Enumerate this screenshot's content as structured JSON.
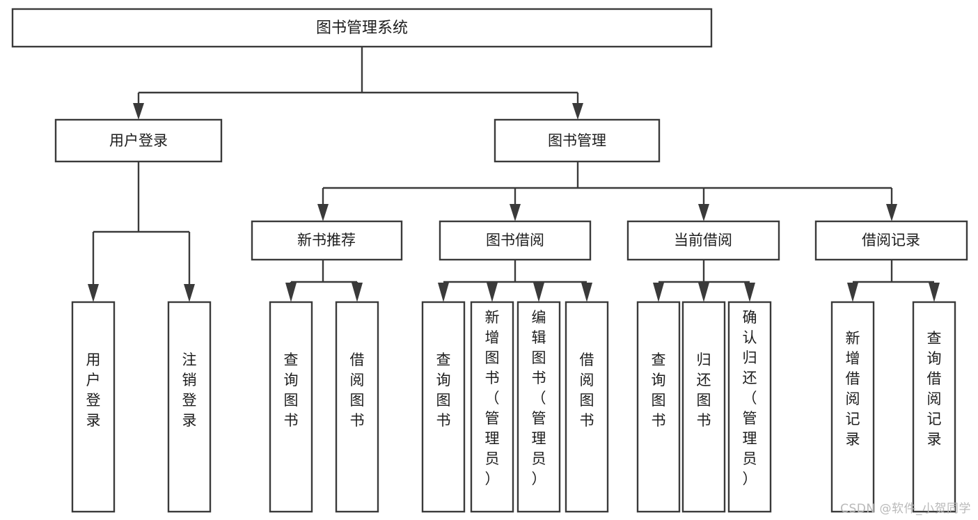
{
  "diagram": {
    "type": "tree-hierarchy",
    "title": "图书管理系统",
    "orientation": "top-down",
    "colors": {
      "box_stroke": "#3a3a3a",
      "box_fill": "#ffffff",
      "connector": "#3a3a3a",
      "text": "#1d1d1d",
      "watermark": "#b9b9b9",
      "background": "#ffffff"
    }
  },
  "root": {
    "label": "图书管理系统"
  },
  "level2": [
    {
      "id": "user-login",
      "label": "用户登录"
    },
    {
      "id": "book-management",
      "label": "图书管理"
    }
  ],
  "level3": [
    {
      "id": "new-book-recommend",
      "label": "新书推荐",
      "parent": "book-management"
    },
    {
      "id": "book-borrow",
      "label": "图书借阅",
      "parent": "book-management"
    },
    {
      "id": "current-borrow",
      "label": "当前借阅",
      "parent": "book-management"
    },
    {
      "id": "borrow-record",
      "label": "借阅记录",
      "parent": "book-management"
    }
  ],
  "leaves": {
    "user-login": [
      {
        "id": "leaf-user-login",
        "label": "用户登录"
      },
      {
        "id": "leaf-logout-login",
        "label": "注销登录"
      }
    ],
    "new-book-recommend": [
      {
        "id": "leaf-query-book-1",
        "label": "查询图书"
      },
      {
        "id": "leaf-borrow-book-1",
        "label": "借阅图书"
      }
    ],
    "book-borrow": [
      {
        "id": "leaf-query-book-2",
        "label": "查询图书"
      },
      {
        "id": "leaf-add-book-admin",
        "label": "新增图书（管理员）"
      },
      {
        "id": "leaf-edit-book-admin",
        "label": "编辑图书（管理员）"
      },
      {
        "id": "leaf-borrow-book-2",
        "label": "借阅图书"
      }
    ],
    "current-borrow": [
      {
        "id": "leaf-query-book-3",
        "label": "查询图书"
      },
      {
        "id": "leaf-return-book",
        "label": "归还图书"
      },
      {
        "id": "leaf-confirm-return-admin",
        "label": "确认归还（管理员）"
      }
    ],
    "borrow-record": [
      {
        "id": "leaf-add-borrow-record",
        "label": "新增借阅记录"
      },
      {
        "id": "leaf-query-borrow-record",
        "label": "查询借阅记录"
      }
    ]
  },
  "watermark": {
    "text": "CSDN @软件_小贺同学"
  }
}
